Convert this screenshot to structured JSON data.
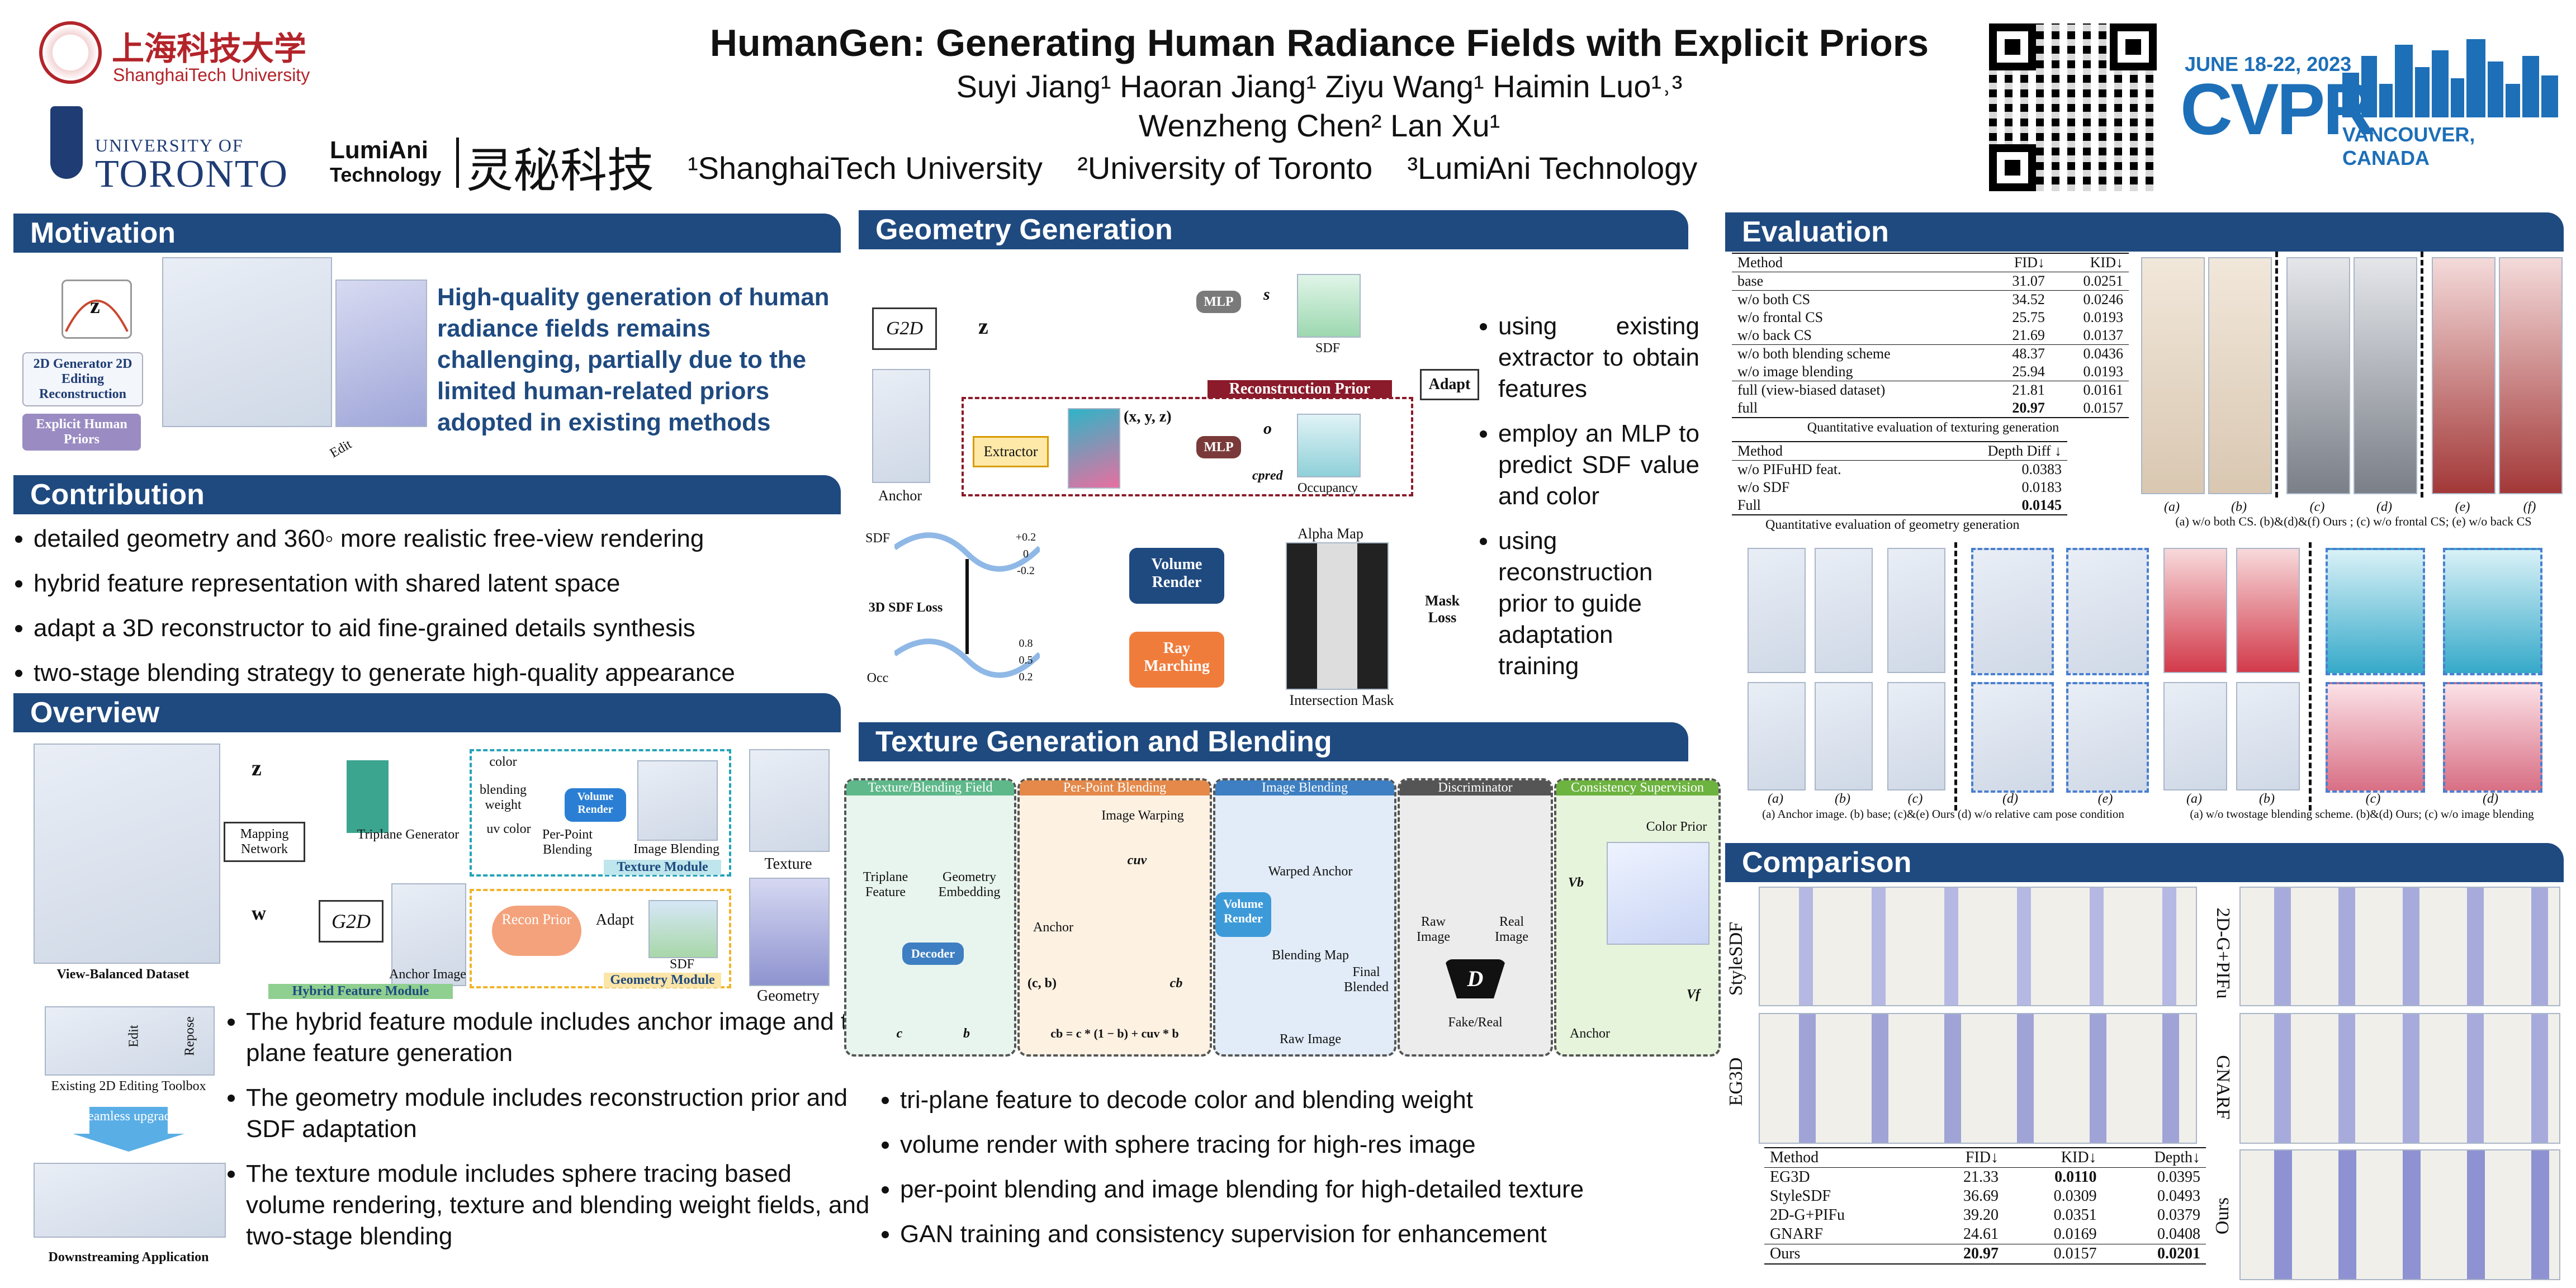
{
  "header": {
    "title": "HumanGen: Generating Human Radiance Fields with Explicit Priors",
    "authors_line1": "Suyi Jiang¹   Haoran Jiang¹   Ziyu Wang¹   Haimin Luo¹˒³",
    "authors_line2": "Wenzheng Chen²   Lan Xu¹",
    "affiliations": "¹ShanghaiTech University    ²University of Toronto    ³LumiAni Technology",
    "logo_shanghaitech_cn": "上海科技大学",
    "logo_shanghaitech_en": "ShanghaiTech University",
    "logo_toronto_small": "UNIVERSITY OF",
    "logo_toronto": "TORONTO",
    "logo_lumiani_1": "LumiAni",
    "logo_lumiani_2": "Technology",
    "logo_lumiani_cn": "灵秘科技",
    "cvpr_dates": "JUNE 18-22, 2023",
    "cvpr_name": "CVPR",
    "cvpr_location": "VANCOUVER, CANADA"
  },
  "motivation": {
    "heading": "Motivation",
    "text": "High-quality generation of human radiance fields remains challenging, partially due to the limited human-related priors adopted in existing methods",
    "fig_z": "z",
    "fig_label1": "2D Generator 2D Editing Reconstruction",
    "fig_label2": "Explicit Human Priors",
    "fig_edit": "Edit"
  },
  "contribution": {
    "heading": "Contribution",
    "items": [
      "detailed geometry and 360◦ more realistic free-view rendering",
      "hybrid feature representation with shared latent space",
      "adapt a 3D reconstructor to aid fine-grained details synthesis",
      "two-stage blending strategy to generate high-quality appearance"
    ]
  },
  "overview": {
    "heading": "Overview",
    "items": [
      "The hybrid feature module includes anchor image and tri-plane feature generation",
      "The geometry module includes reconstruction prior and SDF adaptation",
      "The texture module includes sphere tracing based volume rendering, texture and blending weight fields, and two-stage blending"
    ],
    "fig": {
      "z": "z",
      "mapping": "Mapping Network",
      "w": "w",
      "g2d": "G2D",
      "triplane": "Triplane Generator",
      "color": "color",
      "blending_weight": "blending weight",
      "uv_color": "uv color",
      "per_point": "Per-Point Blending",
      "volume_render": "Volume Render",
      "image_blending": "Image Blending",
      "texture_module": "Texture Module",
      "texture": "Texture",
      "anchor_image": "Anchor Image",
      "recon_prior": "Recon Prior",
      "adapt": "Adapt",
      "sdf": "SDF",
      "geometry_module": "Geometry Module",
      "geometry": "Geometry",
      "hybrid_module": "Hybrid Feature Module",
      "dataset": "View-Balanced Dataset",
      "edit": "Edit",
      "repose": "Repose",
      "toolbox": "Existing 2D Editing Toolbox",
      "seamless": "Seamless upgrade",
      "downstream": "Downstreaming Application"
    }
  },
  "geometry": {
    "heading": "Geometry Generation",
    "items": [
      "using existing extractor to obtain features",
      "employ an MLP to predict SDF value and color",
      "using reconstruction prior to guide adaptation training"
    ],
    "fig": {
      "g2d": "G2D",
      "z": "z",
      "mlp": "MLP",
      "s": "s",
      "sdf": "SDF",
      "adapt": "Adapt",
      "recon_prior": "Reconstruction Prior",
      "xyz": "(x, y, z)",
      "extractor": "Extractor",
      "o": "o",
      "cpred": "cpred",
      "occupancy": "Occupancy",
      "anchor": "Anchor",
      "sdf_label": "SDF",
      "occ_label": "Occ",
      "sdf_loss": "3D SDF Loss",
      "ticks_top": [
        "+0.2",
        "0",
        "-0.2"
      ],
      "ticks_bottom": [
        "0.8",
        "0.5",
        "0.2"
      ],
      "volume_render": "Volume Render",
      "ray_marching": "Ray Marching",
      "alpha_map": "Alpha Map",
      "mask_loss": "Mask Loss",
      "intersection": "Intersection Mask"
    }
  },
  "texture": {
    "heading": "Texture Generation and Blending",
    "items": [
      "tri-plane feature to decode color and blending weight",
      "volume render with sphere tracing for high-res image",
      "per-point blending and image blending for high-detailed texture",
      "GAN training and consistency supervision for enhancement"
    ],
    "fig": {
      "panel1": "Texture/Blending Field",
      "triplane_feature": "Triplane Feature",
      "geometry_embedding": "Geometry Embedding",
      "decoder": "Decoder",
      "c": "c",
      "b": "b",
      "panel2": "Per-Point Blending",
      "image_warping": "Image Warping",
      "cuv": "cuv",
      "anchor": "Anchor",
      "cb": "(c, b)",
      "cb_out": "cb",
      "formula": "cb = c * (1 − b) + cuv * b",
      "panel3": "Image Blending",
      "warped_anchor": "Warped Anchor",
      "volume_render": "Volume Render",
      "blending_map": "Blending Map",
      "final_blended": "Final Blended",
      "raw_image": "Raw Image",
      "panel4": "Discriminator",
      "raw": "Raw Image",
      "real": "Real Image",
      "d": "D",
      "fake_real": "Fake/Real",
      "panel5": "Consistency Supervision",
      "vb": "Vb",
      "color_prior": "Color Prior",
      "vf": "Vf",
      "anchor2": "Anchor"
    }
  },
  "evaluation": {
    "heading": "Evaluation",
    "texture_table": {
      "headers": [
        "Method",
        "FID↓",
        "KID↓"
      ],
      "rows": [
        [
          "base",
          "31.07",
          "0.0251"
        ],
        [
          "w/o both CS",
          "34.52",
          "0.0246"
        ],
        [
          "w/o frontal CS",
          "25.75",
          "0.0193"
        ],
        [
          "w/o back CS",
          "21.69",
          "0.0137"
        ],
        [
          "w/o both blending scheme",
          "48.37",
          "0.0436"
        ],
        [
          "w/o image blending",
          "25.94",
          "0.0193"
        ],
        [
          "full (view-biased dataset)",
          "21.81",
          "0.0161"
        ],
        [
          "full",
          "20.97",
          "0.0157"
        ]
      ],
      "caption": "Quantitative evaluation of texturing generation"
    },
    "geometry_table": {
      "headers": [
        "Method",
        "Depth Diff ↓"
      ],
      "rows": [
        [
          "w/o PIFuHD feat.",
          "0.0383"
        ],
        [
          "w/o SDF",
          "0.0183"
        ],
        [
          "Full",
          "0.0145"
        ]
      ],
      "caption": "Quantitative evaluation of geometry generation"
    },
    "cs_caption": "(a) w/o both CS. (b)&(d)&(f) Ours ; (c) w/o frontal CS; (e) w/o back CS",
    "cs_letters": [
      "(a)",
      "(b)",
      "(c)",
      "(d)",
      "(e)",
      "(f)"
    ],
    "pose_caption": "(a) Anchor image. (b) base; (c)&(e) Ours (d) w/o relative cam pose condition",
    "pose_letters": [
      "(a)",
      "(b)",
      "(c)",
      "(d)",
      "(e)"
    ],
    "blend_caption": "(a) w/o twostage blending scheme. (b)&(d) Ours; (c) w/o image blending",
    "blend_letters": [
      "(a)",
      "(b)",
      "(c)",
      "(d)"
    ]
  },
  "comparison": {
    "heading": "Comparison",
    "labels": [
      "StyleSDF",
      "EG3D",
      "2D-G+PIFu",
      "GNARF",
      "Ours"
    ],
    "table": {
      "headers": [
        "Method",
        "FID↓",
        "KID↓",
        "Depth↓"
      ],
      "rows": [
        [
          "EG3D",
          "21.33",
          "0.0110",
          "0.0395"
        ],
        [
          "StyleSDF",
          "36.69",
          "0.0309",
          "0.0493"
        ],
        [
          "2D-G+PIFu",
          "39.20",
          "0.0351",
          "0.0379"
        ],
        [
          "GNARF",
          "24.61",
          "0.0169",
          "0.0408"
        ],
        [
          "Ours",
          "20.97",
          "0.0157",
          "0.0201"
        ]
      ]
    }
  },
  "colors": {
    "header_blue": "#1f4a80",
    "orange": "#f07c3c",
    "accent_blue": "#2a6db5"
  }
}
